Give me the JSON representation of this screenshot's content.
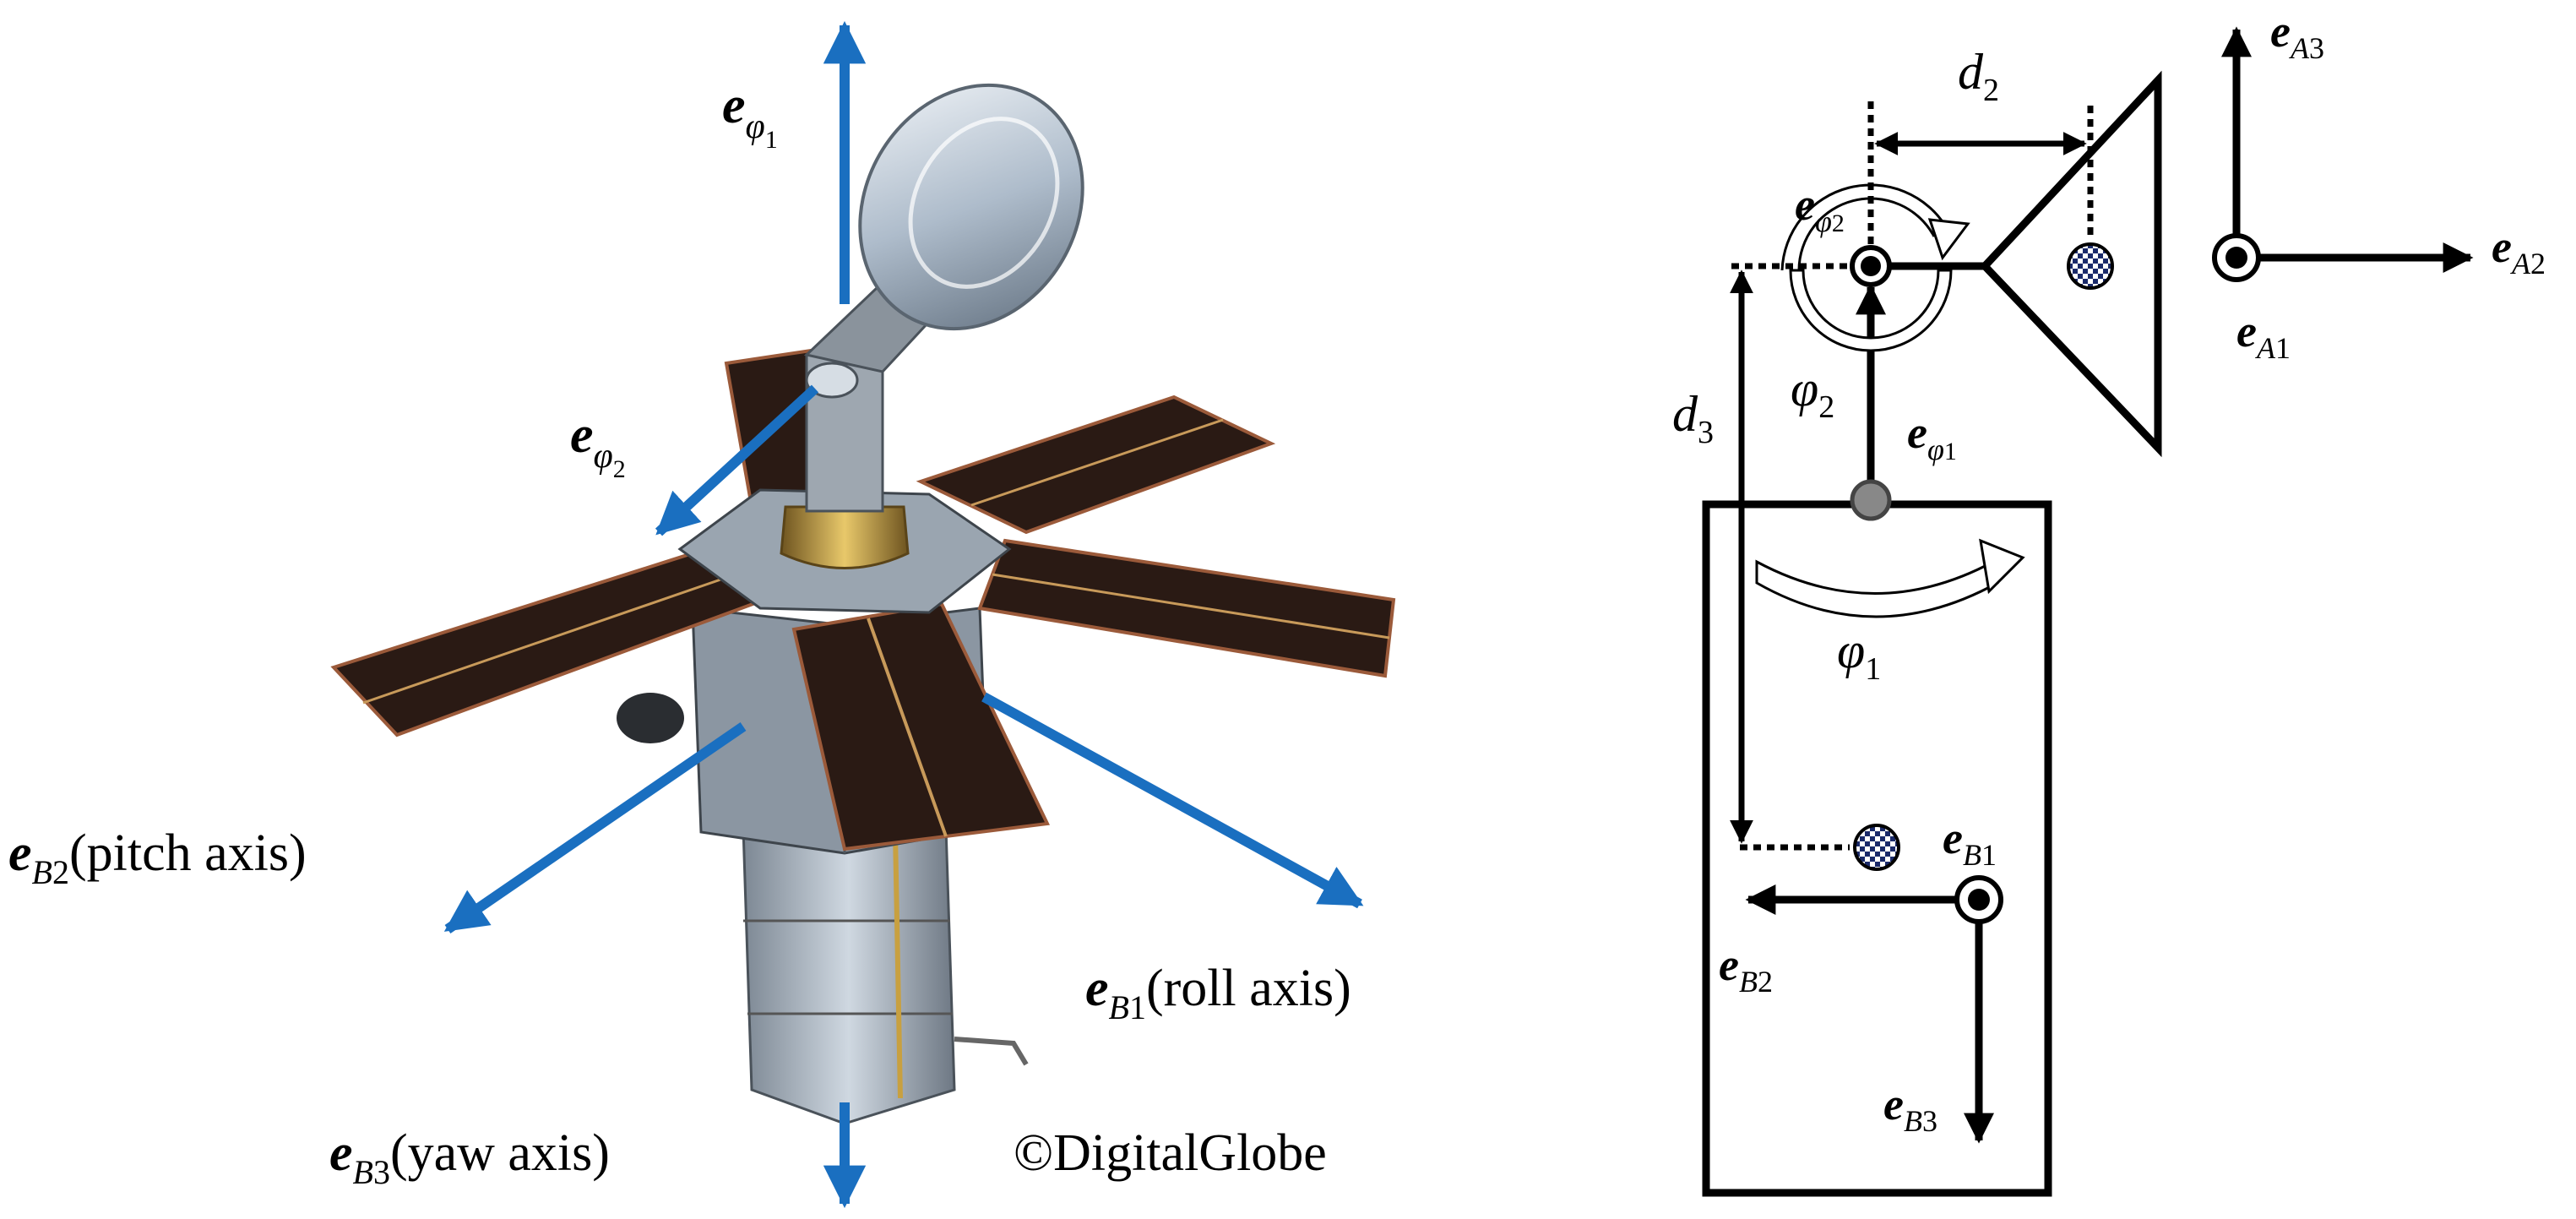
{
  "colors": {
    "axis_arrow": "#1a6fc0",
    "ink": "#000000",
    "panel_dark": "#2a1a14",
    "panel_edge": "#9b5a3a",
    "bus_silver": "#b8c2cc",
    "dish": "#c9d3dd",
    "checker": "#1a2a6a"
  },
  "left": {
    "labels": {
      "e_phi1": {
        "e": "e",
        "sub": "φ",
        "sub2": "1"
      },
      "e_phi2": {
        "e": "e",
        "sub": "φ",
        "sub2": "2"
      },
      "e_B2": {
        "e": "e",
        "sub": "B",
        "sub2": "2",
        "text": "(pitch axis)"
      },
      "e_B1": {
        "e": "e",
        "sub": "B",
        "sub2": "1",
        "text": "(roll axis)"
      },
      "e_B3": {
        "e": "e",
        "sub": "B",
        "sub2": "3",
        "text": "(yaw axis)"
      }
    },
    "copyright": "©DigitalGlobe"
  },
  "right": {
    "labels": {
      "d2": {
        "d": "d",
        "sub": "2"
      },
      "d3": {
        "d": "d",
        "sub": "3"
      },
      "phi2": {
        "phi": "φ",
        "sub": "2"
      },
      "phi1": {
        "phi": "φ",
        "sub": "1"
      },
      "e_phi2": {
        "e": "e",
        "sub": "φ",
        "sub2": "2"
      },
      "e_phi1": {
        "e": "e",
        "sub": "φ",
        "sub2": "1"
      },
      "e_A3": {
        "e": "e",
        "sub": "A",
        "sub2": "3"
      },
      "e_A2": {
        "e": "e",
        "sub": "A",
        "sub2": "2"
      },
      "e_A1": {
        "e": "e",
        "sub": "A",
        "sub2": "1"
      },
      "e_B1": {
        "e": "e",
        "sub": "B",
        "sub2": "1"
      },
      "e_B2": {
        "e": "e",
        "sub": "B",
        "sub2": "2"
      },
      "e_B3": {
        "e": "e",
        "sub": "B",
        "sub2": "3"
      }
    }
  }
}
